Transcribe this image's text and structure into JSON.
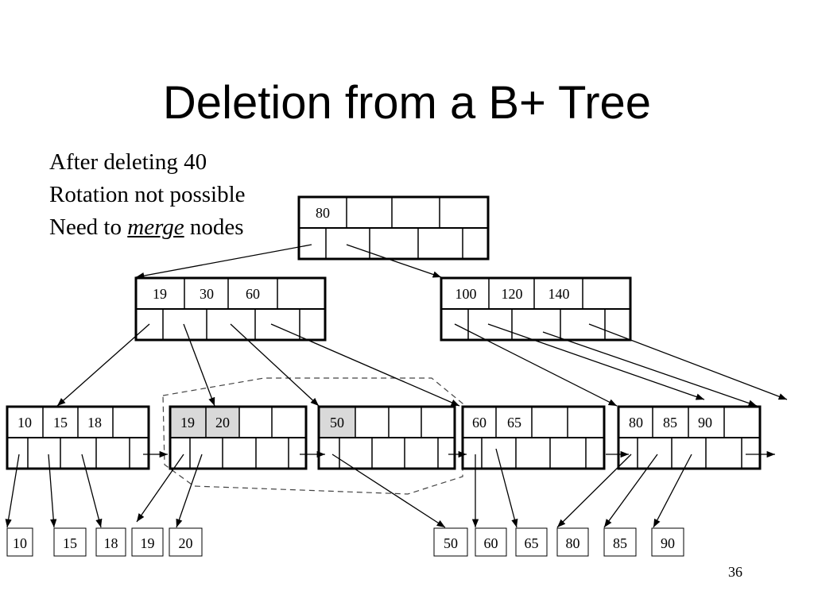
{
  "slide": {
    "title": "Deletion from a B+ Tree",
    "notes": {
      "line1": "After deleting 40",
      "line2": "Rotation not possible",
      "line3_prefix": "Need to ",
      "line3_emphasis": "merge",
      "line3_suffix": " nodes"
    },
    "page_number": "36"
  },
  "tree": {
    "root": {
      "keys": [
        "80"
      ]
    },
    "internal": [
      {
        "keys": [
          "19",
          "30",
          "60"
        ]
      },
      {
        "keys": [
          "100",
          "120",
          "140"
        ]
      }
    ],
    "leaves": [
      {
        "keys": [
          "10",
          "15",
          "18"
        ],
        "highlighted": []
      },
      {
        "keys": [
          "19",
          "20"
        ],
        "highlighted": [
          "19",
          "20"
        ]
      },
      {
        "keys": [
          "50"
        ],
        "highlighted": [
          "50"
        ]
      },
      {
        "keys": [
          "60",
          "65"
        ],
        "highlighted": []
      },
      {
        "keys": [
          "80",
          "85",
          "90"
        ],
        "highlighted": []
      }
    ],
    "records": [
      "10",
      "15",
      "18",
      "19",
      "20",
      "50",
      "60",
      "65",
      "80",
      "85",
      "90"
    ],
    "merge_region": "Leaves containing 19, 20 and 50 enclosed by a dashed outline",
    "colors": {
      "highlight": "#d9d9d9",
      "line": "#000000"
    }
  }
}
